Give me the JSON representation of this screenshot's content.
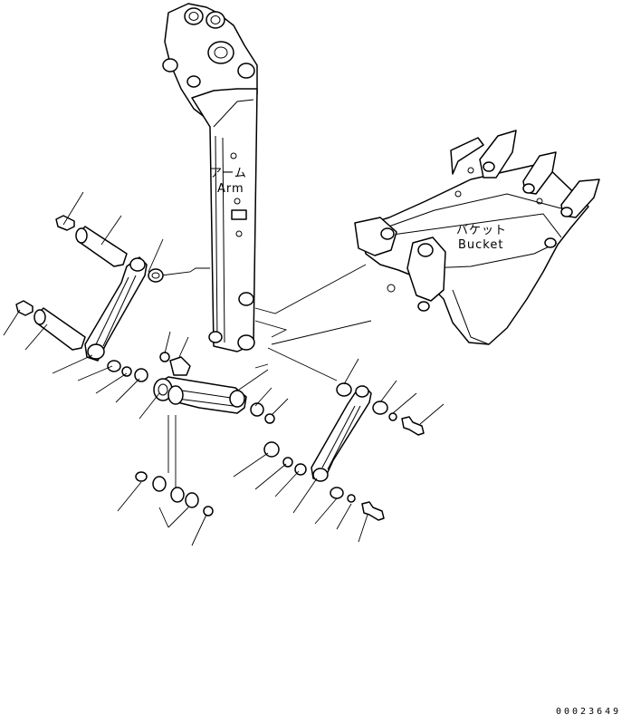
{
  "labels": {
    "arm_jp": "アーム",
    "arm_en": "Arm",
    "bucket_jp": "バケット",
    "bucket_en": "Bucket"
  },
  "drawing_code": "00023649"
}
